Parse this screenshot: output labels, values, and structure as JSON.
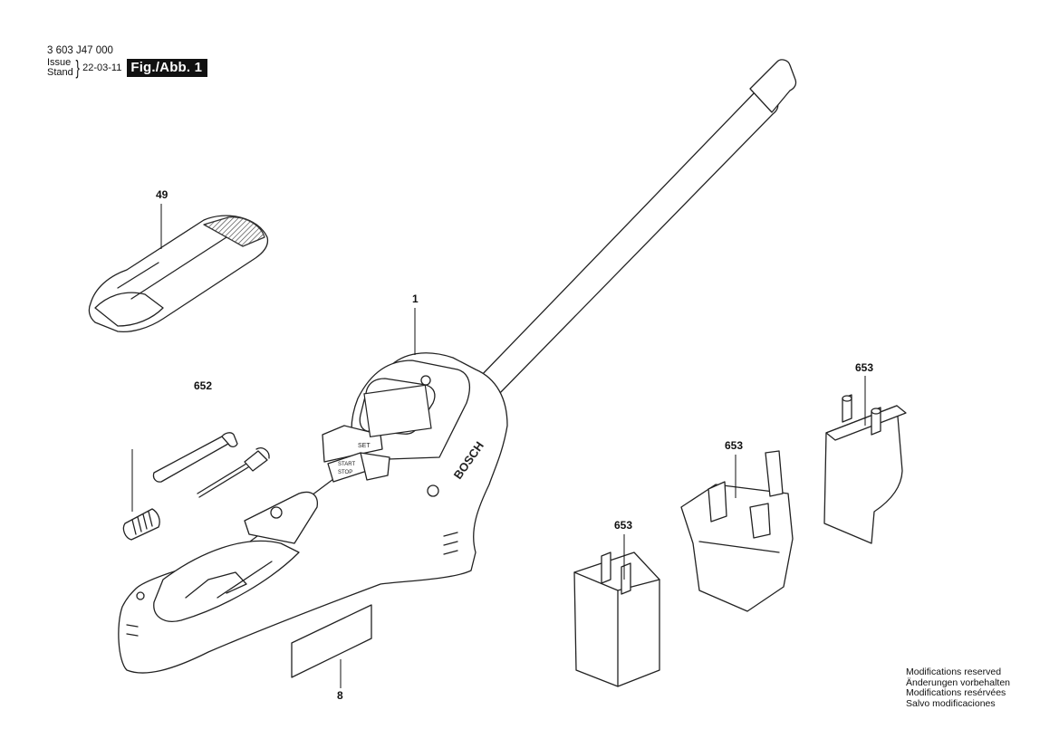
{
  "header": {
    "part_number": "3 603 J47 000",
    "issue_label": "Issue",
    "stand_label": "Stand",
    "issue_date": "22-03-11",
    "figure_label": "Fig./Abb. 1"
  },
  "callouts": {
    "cap": "49",
    "pump": "1",
    "needles": "652",
    "plug_eu": "653",
    "plug_uk": "653",
    "plug_us": "653",
    "label": "8"
  },
  "device": {
    "brand": "BOSCH",
    "set_button": "SET",
    "start_button": "START",
    "stop_button": "STOP"
  },
  "footer": {
    "line1": "Modifications reserved",
    "line2": "Änderungen vorbehalten",
    "line3": "Modifications resérvées",
    "line4": "Salvo modificaciones"
  }
}
